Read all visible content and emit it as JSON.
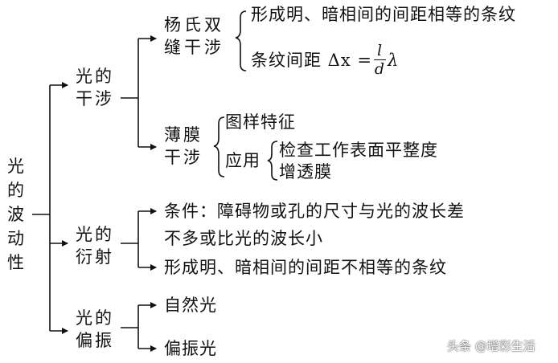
{
  "root": "光的波动性",
  "interference": {
    "label": "光的干涉",
    "young": {
      "label": "杨氏双缝干涉",
      "items": [
        "形成明、暗相间的间距相等的条纹",
        "条纹间距 Δx =",
        "λ"
      ],
      "frac_num": "l",
      "frac_den": "d"
    },
    "film": {
      "label": "薄膜干涉",
      "feature": "图样特征",
      "application": "应用",
      "app_items": [
        "检查工作表面平整度",
        "增透膜"
      ]
    }
  },
  "diffraction": {
    "label": "光的衍射",
    "items": [
      "条件：障碍物或孔的尺寸与光的波长差",
      "不多或比光的波长小",
      "形成明、暗相间的间距不相等的条纹"
    ]
  },
  "polarization": {
    "label": "光的偏振",
    "items": [
      "自然光",
      "偏振光"
    ]
  },
  "watermark": "头条 @增彩生活"
}
